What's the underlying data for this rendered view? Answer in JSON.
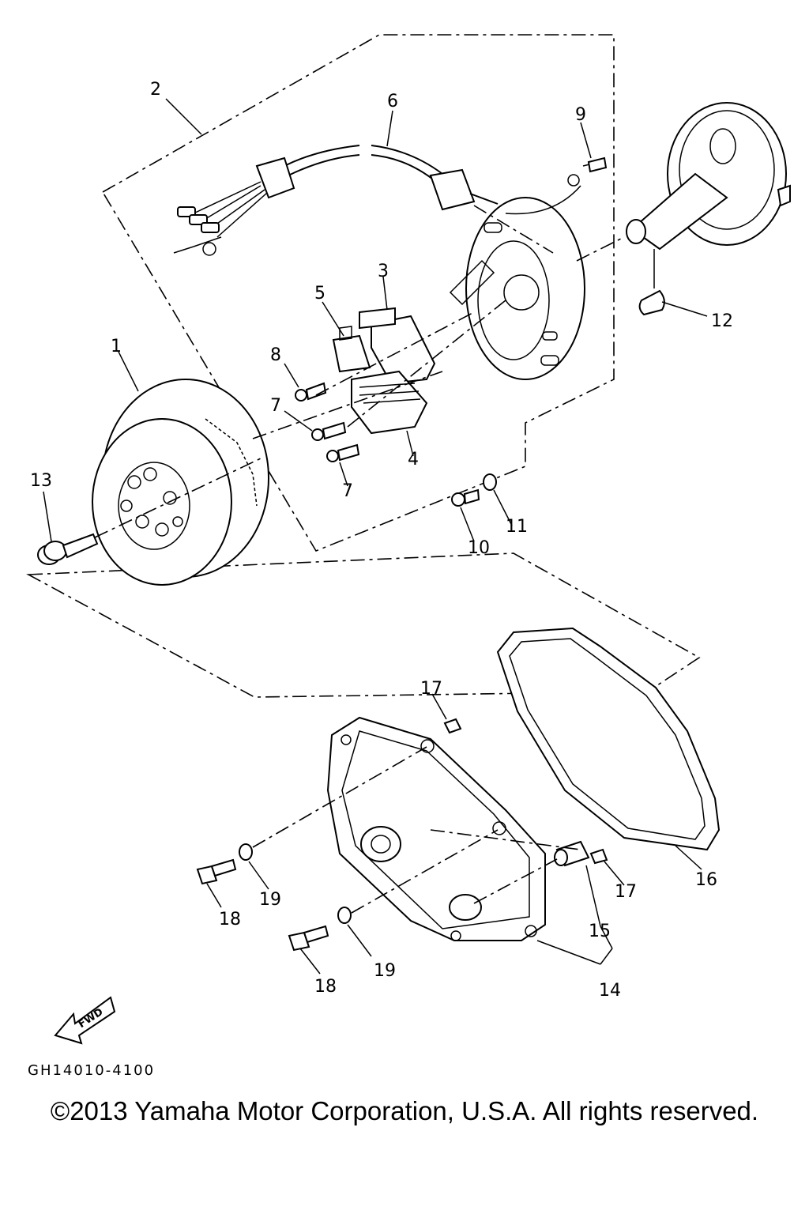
{
  "diagram": {
    "callouts": {
      "c1": "1",
      "c2": "2",
      "c3": "3",
      "c4": "4",
      "c5": "5",
      "c6": "6",
      "c7a": "7",
      "c7b": "7",
      "c8": "8",
      "c9": "9",
      "c10": "10",
      "c11": "11",
      "c12": "12",
      "c13": "13",
      "c14": "14",
      "c15": "15",
      "c16": "16",
      "c17a": "17",
      "c17b": "17",
      "c18a": "18",
      "c18b": "18",
      "c19a": "19",
      "c19b": "19"
    },
    "fwd_label": "FWD",
    "reference_code": "GH14010-4100",
    "copyright": "©2013 Yamaha Motor Corporation, U.S.A. All rights reserved."
  }
}
